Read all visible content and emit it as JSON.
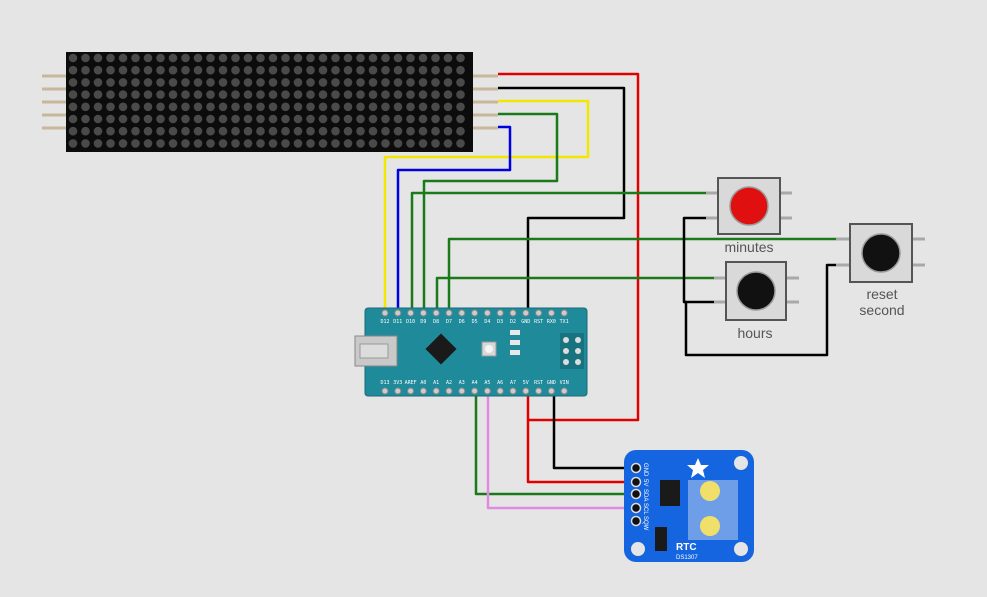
{
  "colors": {
    "background": "#e5e5e5",
    "wire_red": "#e00000",
    "wire_black": "#000000",
    "wire_yellow": "#f5f500",
    "wire_green": "#1a7a1a",
    "wire_blue": "#0000e0",
    "wire_violet": "#e08ae0",
    "arduino_board": "#1f8a9a",
    "rtc_board": "#1565e0",
    "button_red": "#e01010",
    "button_black": "#111111"
  },
  "components": {
    "matrix": {
      "name": "led-matrix"
    },
    "arduino": {
      "name": "arduino-nano",
      "top_pins": [
        "D12",
        "D11",
        "D10",
        "D9",
        "D8",
        "D7",
        "D6",
        "D5",
        "D4",
        "D3",
        "D2",
        "GND",
        "RST",
        "RX0",
        "TX1"
      ],
      "bottom_pins": [
        "D13",
        "3V3",
        "AREF",
        "A0",
        "A1",
        "A2",
        "A3",
        "A4",
        "A5",
        "A6",
        "A7",
        "5V",
        "RST",
        "GND",
        "VIN"
      ]
    },
    "rtc": {
      "label": "RTC",
      "model": "DS1307",
      "pins": [
        "GND",
        "5V",
        "SDA",
        "SCL",
        "SQW"
      ]
    },
    "buttons": [
      {
        "id": "btn-minutes",
        "label": "minutes",
        "color_key": "button_red"
      },
      {
        "id": "btn-hours",
        "label": "hours",
        "color_key": "button_black"
      },
      {
        "id": "btn-reset",
        "label_line1": "reset",
        "label_line2": "second",
        "color_key": "button_black"
      }
    ]
  },
  "buttons_text": {
    "minutes": "minutes",
    "hours": "hours",
    "reset_line1": "reset",
    "reset_line2": "second"
  },
  "rtc_text": {
    "title": "RTC",
    "model": "DS1307",
    "gnd": "GND",
    "v5": "5V",
    "sda": "SDA",
    "scl": "SCL",
    "sqw": "SQW"
  }
}
